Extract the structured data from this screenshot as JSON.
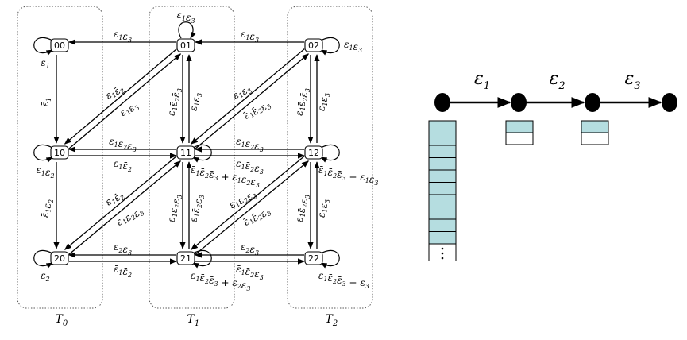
{
  "groups": [
    {
      "label": "T0",
      "label_base": "T",
      "label_sub": "0"
    },
    {
      "label": "T1",
      "label_base": "T",
      "label_sub": "1"
    },
    {
      "label": "T2",
      "label_base": "T",
      "label_sub": "2"
    }
  ],
  "nodes": [
    "00",
    "01",
    "02",
    "10",
    "11",
    "12",
    "20",
    "21",
    "22"
  ],
  "self_loops": [
    {
      "node": "00",
      "label": "ε1"
    },
    {
      "node": "01",
      "label": "ε1ε3"
    },
    {
      "node": "02",
      "label": "ε1ε3"
    },
    {
      "node": "10",
      "label": "ε1ε2"
    },
    {
      "node": "11",
      "label": "ε̄1ε̄2ε̄3 + ε1ε2ε3"
    },
    {
      "node": "12",
      "label": "ε̄1ε̄2ε̄3 + ε1ε3"
    },
    {
      "node": "20",
      "label": "ε2"
    },
    {
      "node": "21",
      "label": "ε̄1ε̄2ε̄3 + ε2ε3"
    },
    {
      "node": "22",
      "label": "ε̄1ε̄2ε̄3 + ε3"
    }
  ],
  "edges": [
    {
      "from": "01",
      "to": "00",
      "label": "ε1ε̄3"
    },
    {
      "from": "02",
      "to": "01",
      "label": "ε1ε̄3"
    },
    {
      "from": "00",
      "to": "10",
      "label": "ε̄1"
    },
    {
      "from": "10",
      "to": "11",
      "label": "ε̄1ε̄2"
    },
    {
      "from": "11",
      "to": "10",
      "label": "ε1ε2ε3"
    },
    {
      "from": "11",
      "to": "12",
      "label": "ε̄1ε̄2ε3"
    },
    {
      "from": "12",
      "to": "11",
      "label": "ε1ε2ε3"
    },
    {
      "from": "10",
      "to": "20",
      "label": "ε̄1ε2"
    },
    {
      "from": "20",
      "to": "21",
      "label": "ε̄1ε̄2"
    },
    {
      "from": "21",
      "to": "20",
      "label": "ε2ε3"
    },
    {
      "from": "21",
      "to": "22",
      "label": "ε̄1ε̄2ε3"
    },
    {
      "from": "22",
      "to": "21",
      "label": "ε2ε3"
    },
    {
      "from": "11",
      "to": "01",
      "label": "ε1ε3"
    },
    {
      "from": "01",
      "to": "11",
      "label": "ε1ε̄2ε̄3"
    },
    {
      "from": "02",
      "to": "12",
      "label": "ε1ε̄2ε̄3"
    },
    {
      "from": "12",
      "to": "02",
      "label": "ε1ε3"
    },
    {
      "from": "11",
      "to": "21",
      "label": "ε̄1ε2ε3"
    },
    {
      "from": "21",
      "to": "11",
      "label": "ε1ε̄2ε3"
    },
    {
      "from": "12",
      "to": "22",
      "label": "ε1ε̄2ε3"
    },
    {
      "from": "22",
      "to": "12",
      "label": "ε1ε3"
    },
    {
      "from": "10",
      "to": "01",
      "label": "ε1ε3"
    },
    {
      "from": "01",
      "to": "10",
      "label": "ε1ε̄2"
    },
    {
      "from": "11",
      "to": "02",
      "label": "ε̄1ε̄2ε3"
    },
    {
      "from": "02",
      "to": "11",
      "label": "ε1ε3"
    },
    {
      "from": "20",
      "to": "11",
      "label": "ε1ε2ε3"
    },
    {
      "from": "11",
      "to": "20",
      "label": "ε1ε̄2"
    },
    {
      "from": "21",
      "to": "12",
      "label": "ε̄1ε̄2ε3"
    },
    {
      "from": "12",
      "to": "21",
      "label": "ε1ε2ε3"
    }
  ],
  "chain": {
    "links": [
      {
        "label": "ε1",
        "base": "ε",
        "sub": "1"
      },
      {
        "label": "ε2",
        "base": "ε",
        "sub": "2"
      },
      {
        "label": "ε3",
        "base": "ε",
        "sub": "3"
      }
    ],
    "buffers": [
      {
        "cells_filled": 10,
        "continues": true
      },
      {
        "cells_filled": 1,
        "cells_total": 2
      },
      {
        "cells_filled": 1,
        "cells_total": 2
      }
    ],
    "colors": {
      "buffer_fill": "#b5dde0",
      "node": "#000000"
    }
  }
}
